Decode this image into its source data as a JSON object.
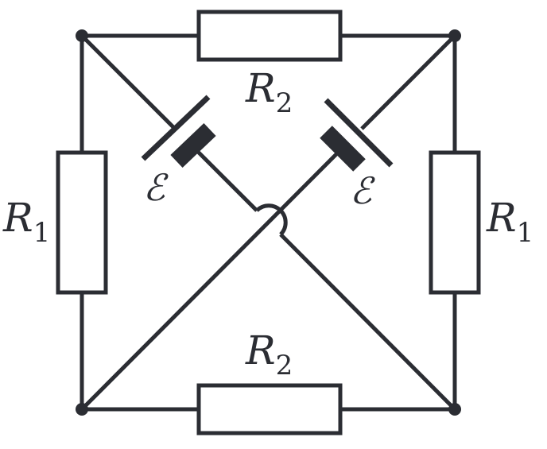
{
  "diagram": {
    "resistors": {
      "top": {
        "symbol": "R",
        "subscript": "2"
      },
      "bottom": {
        "symbol": "R",
        "subscript": "2"
      },
      "left": {
        "symbol": "R",
        "subscript": "1"
      },
      "right": {
        "symbol": "R",
        "subscript": "1"
      }
    },
    "emf": {
      "left": {
        "symbol": "ℰ"
      },
      "right": {
        "symbol": "ℰ"
      }
    },
    "colors": {
      "stroke": "#2b2d33",
      "background": "#ffffff"
    }
  }
}
